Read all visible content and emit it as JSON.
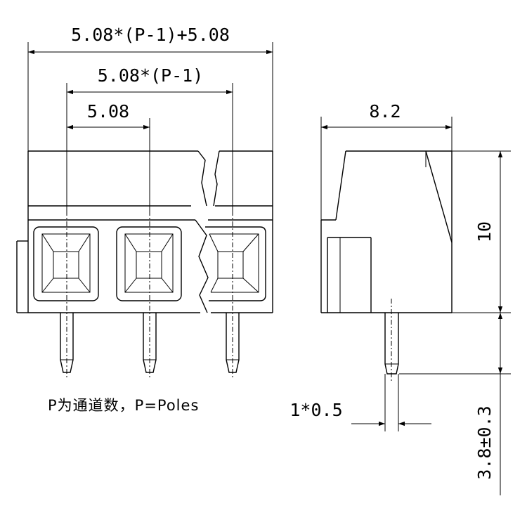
{
  "front_view": {
    "dim_total": "5.08*(P-1)+5.08",
    "dim_span": "5.08*(P-1)",
    "dim_pitch": "5.08",
    "note": "P为通道数，P=Poles"
  },
  "side_view": {
    "dim_depth": "8.2",
    "dim_height": "10",
    "dim_pin_height": "3.8±0.3",
    "dim_pin_size": "1*0.5"
  }
}
